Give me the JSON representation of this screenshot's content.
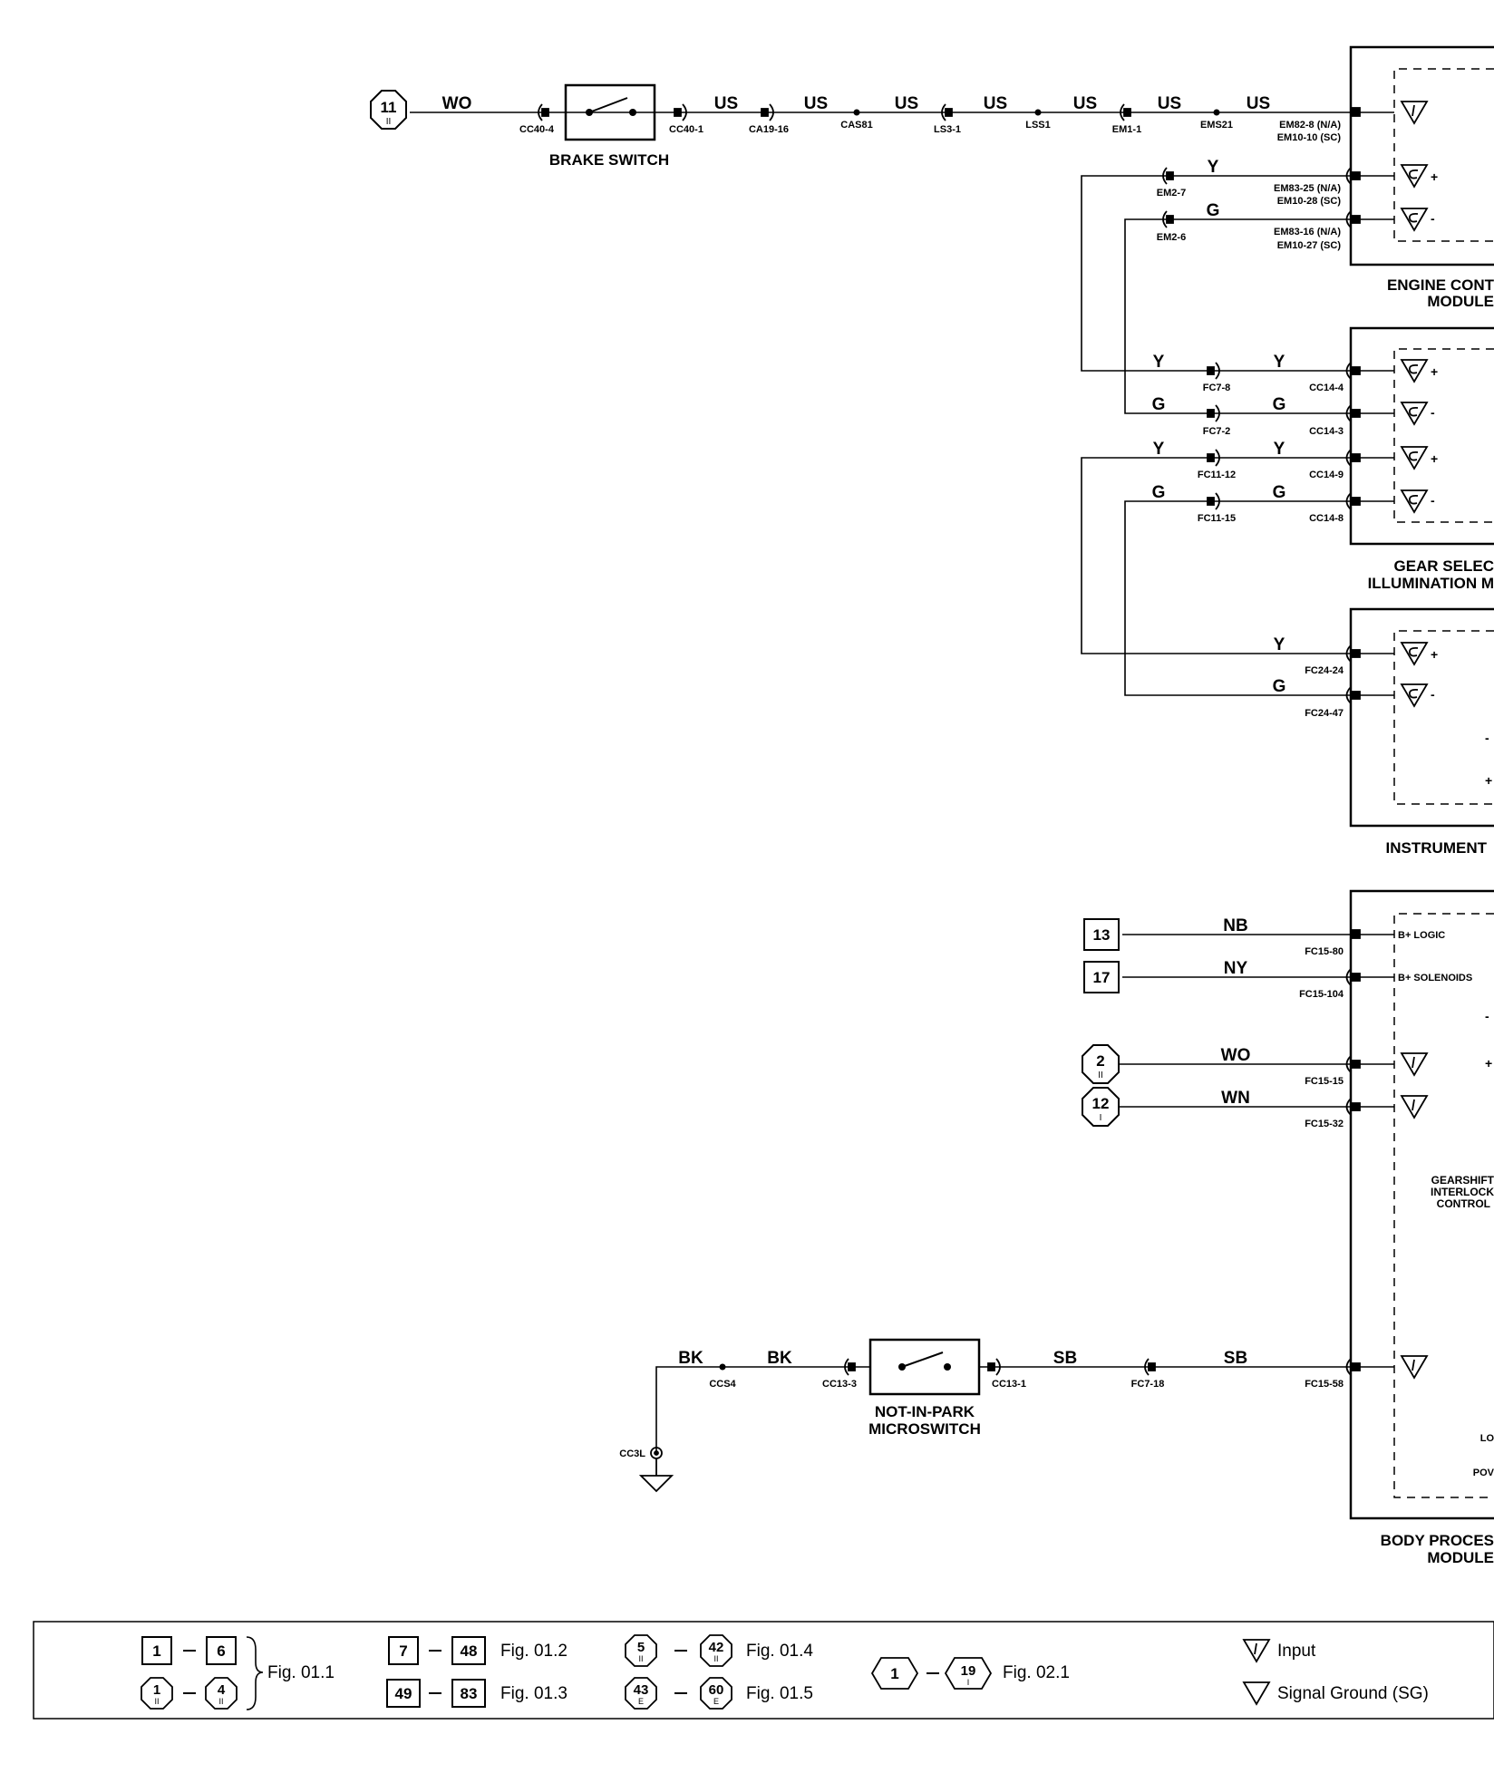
{
  "wire_colors": {
    "wo_top": "WO",
    "us1": "US",
    "us2": "US",
    "us3": "US",
    "us4": "US",
    "us5": "US",
    "us6": "US",
    "us7": "US",
    "y1": "Y",
    "g1": "G",
    "y2": "Y",
    "y3": "Y",
    "g2": "G",
    "g3": "G",
    "y4": "Y",
    "y5": "Y",
    "g4": "G",
    "g5": "G",
    "y6": "Y",
    "g6": "G",
    "nb": "NB",
    "ny": "NY",
    "wo": "WO",
    "wn": "WN",
    "bk1": "BK",
    "bk2": "BK",
    "sb1": "SB",
    "sb2": "SB"
  },
  "connectors": {
    "cc40_4": "CC40-4",
    "cc40_1": "CC40-1",
    "ca19_16": "CA19-16",
    "cas81": "CAS81",
    "ls3_1": "LS3-1",
    "lss1": "LSS1",
    "em1_1": "EM1-1",
    "ems21": "EMS21",
    "em82_8": "EM82-8 (N/A)",
    "em10_10": "EM10-10 (SC)",
    "em2_7": "EM2-7",
    "em83_25": "EM83-25 (N/A)",
    "em10_28": "EM10-28 (SC)",
    "em2_6": "EM2-6",
    "em83_16": "EM83-16 (N/A)",
    "em10_27": "EM10-27 (SC)",
    "fc7_8": "FC7-8",
    "cc14_4": "CC14-4",
    "fc7_2": "FC7-2",
    "cc14_3": "CC14-3",
    "fc11_12": "FC11-12",
    "cc14_9": "CC14-9",
    "fc11_15": "FC11-15",
    "cc14_8": "CC14-8",
    "fc24_24": "FC24-24",
    "fc24_47": "FC24-47",
    "fc15_80": "FC15-80",
    "fc15_104": "FC15-104",
    "fc15_15": "FC15-15",
    "fc15_32": "FC15-32",
    "ccs4": "CCS4",
    "cc13_3": "CC13-3",
    "cc13_1": "CC13-1",
    "fc7_18": "FC7-18",
    "fc15_58": "FC15-58",
    "cc3l": "CC3L"
  },
  "components": {
    "brake_switch": "BRAKE SWITCH",
    "ecm_line1": "ENGINE CONT",
    "ecm_line2": "MODULE",
    "gear_line1": "GEAR SELEC",
    "gear_line2": "ILLUMINATION M",
    "instrument": "INSTRUMENT",
    "nip_line1": "NOT-IN-PARK",
    "nip_line2": "MICROSWITCH",
    "bpm_line1": "BODY PROCES",
    "bpm_line2": "MODULE",
    "gearshift_line1": "GEARSHIFT",
    "gearshift_line2": "INTERLOCK",
    "gearshift_line3": "CONTROL"
  },
  "pins": {
    "b_logic": "B+ LOGIC",
    "b_solenoids": "B+ SOLENOIDS",
    "lo": "LO",
    "pow": "POV"
  },
  "refs": {
    "ref11": {
      "num": "11",
      "sub": "II"
    },
    "ref13": {
      "num": "13"
    },
    "ref17": {
      "num": "17"
    },
    "ref2": {
      "num": "2",
      "sub": "II"
    },
    "ref12": {
      "num": "12",
      "sub": "I"
    }
  },
  "legend": {
    "sq1": "1",
    "sq6": "6",
    "oct1": {
      "num": "1",
      "sub": "II"
    },
    "oct4": {
      "num": "4",
      "sub": "II"
    },
    "fig011": "Fig. 01.1",
    "sq7": "7",
    "sq48": "48",
    "fig012": "Fig. 01.2",
    "sq49": "49",
    "sq83": "83",
    "fig013": "Fig. 01.3",
    "oct5": {
      "num": "5",
      "sub": "II"
    },
    "oct42": {
      "num": "42",
      "sub": "II"
    },
    "fig014": "Fig. 01.4",
    "oct43": {
      "num": "43",
      "sub": "E"
    },
    "oct60": {
      "num": "60",
      "sub": "E"
    },
    "fig015": "Fig. 01.5",
    "hex1": "1",
    "hex19": {
      "num": "19",
      "sub": "I"
    },
    "fig021": "Fig. 02.1",
    "input": "Input",
    "signal_ground": "Signal Ground (SG)"
  }
}
